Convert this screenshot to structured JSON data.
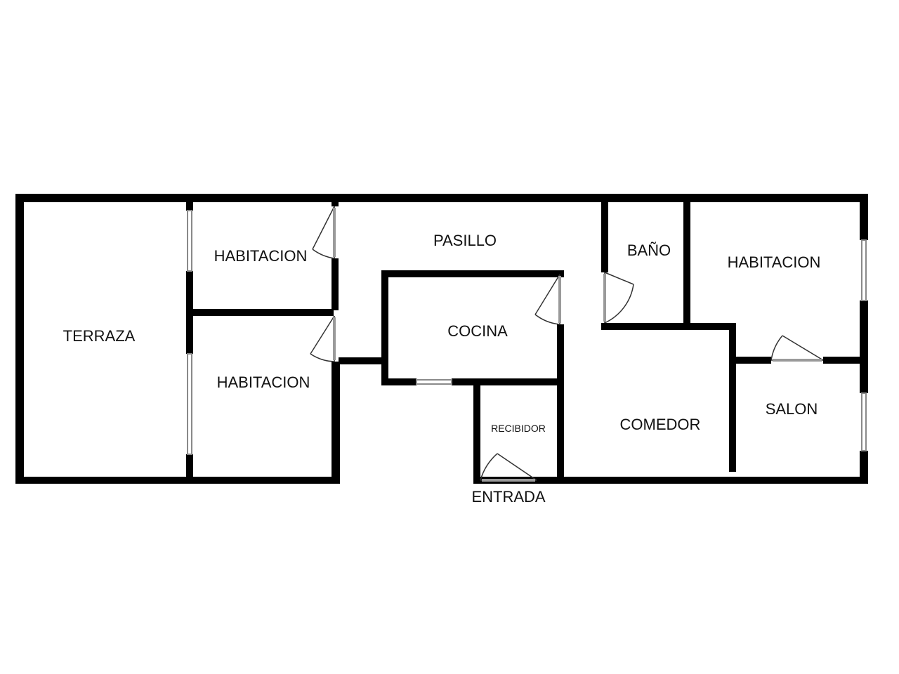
{
  "rooms": {
    "terraza": "TERRAZA",
    "habitacion_top_left": "HABITACION",
    "habitacion_bottom_left": "HABITACION",
    "pasillo": "PASILLO",
    "cocina": "COCINA",
    "bano": "BAÑO",
    "habitacion_right": "HABITACION",
    "salon": "SALON",
    "comedor": "COMEDOR",
    "recibidor": "RECIBIDOR"
  },
  "entrance_label": "ENTRADA",
  "colors": {
    "wall": "#000000",
    "window": "#9a9a9a",
    "door": "#333333",
    "background": "#ffffff"
  }
}
